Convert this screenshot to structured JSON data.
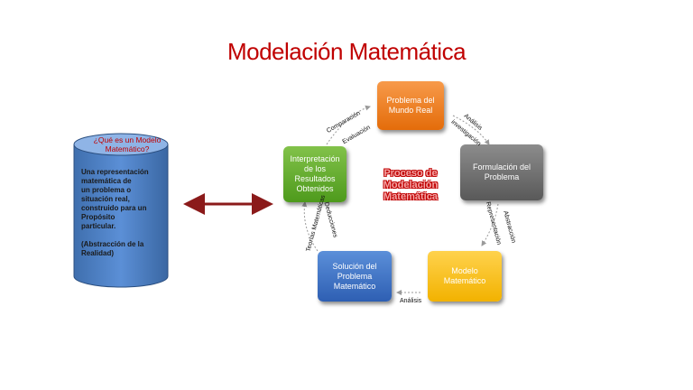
{
  "title": "Modelación Matemática",
  "cylinder": {
    "question": "¿Qué es un Modelo Matemático?",
    "definition": "Una representación\nmatemática de\nun problema o\nsituación real,\nconstruido para un\nPropósito\nparticular.\n\n(Abstracción de la\nRealidad)"
  },
  "center_label": "Proceso de\nModelación\nMatemática",
  "nodes": {
    "real_problem": "Problema del Mundo Real",
    "formulation": "Formulación del Problema",
    "model": "Modelo Matemático",
    "solution": "Solución del Problema Matemático",
    "interpretation": "Interpretación de los Resultados Obtenidos"
  },
  "edges": {
    "real_to_formulation": [
      "Análisis",
      "investigación"
    ],
    "formulation_to_model": [
      "Abstracción",
      "Representación"
    ],
    "model_to_solution": [
      "Análisis"
    ],
    "solution_to_interpretation": [
      "Teorías Matemáticas",
      "Deducciones"
    ],
    "interpretation_to_real": [
      "Comparación",
      "Evaluación"
    ]
  },
  "colors": {
    "title": "#c00000",
    "cylinder_fill": "#4f81bd",
    "connector": "#8b1a1a",
    "real_problem": "#e46c0a",
    "formulation": "#7f7f7f",
    "model": "#f2b200",
    "solution": "#2e5fb3",
    "interpretation": "#4e9a1c"
  }
}
